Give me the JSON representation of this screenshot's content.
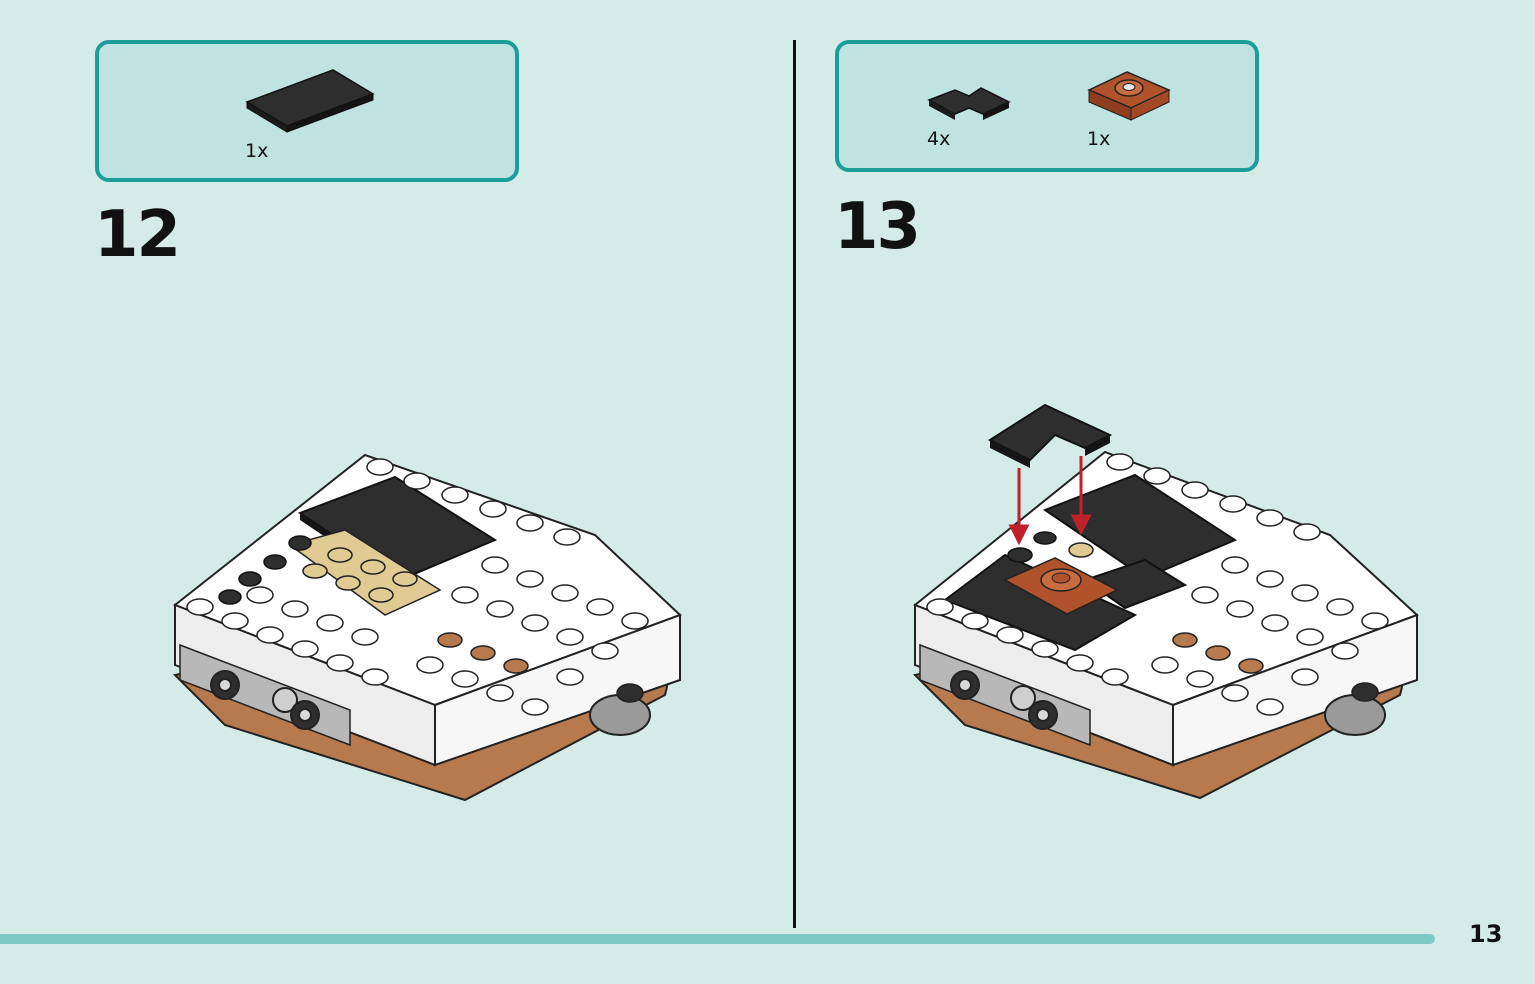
{
  "page_number": "13",
  "steps": [
    {
      "number": "12",
      "parts": [
        {
          "name": "black-tile-1x2-icon",
          "quantity": "1x"
        }
      ]
    },
    {
      "number": "13",
      "parts": [
        {
          "name": "black-corner-tile-icon",
          "quantity": "4x"
        },
        {
          "name": "brown-plate-with-stud-icon",
          "quantity": "1x"
        }
      ]
    }
  ],
  "colors": {
    "background": "#d4ebe8",
    "panel_border": "#1b9e98",
    "panel_fill": "#bfe3e0",
    "brick_white": "#ffffff",
    "brick_black": "#2e2e2e",
    "brick_tan": "#e0cb94",
    "brick_brown": "#b77a4e",
    "brick_gray": "#b8b8b8",
    "arrow_red": "#c0202a"
  }
}
